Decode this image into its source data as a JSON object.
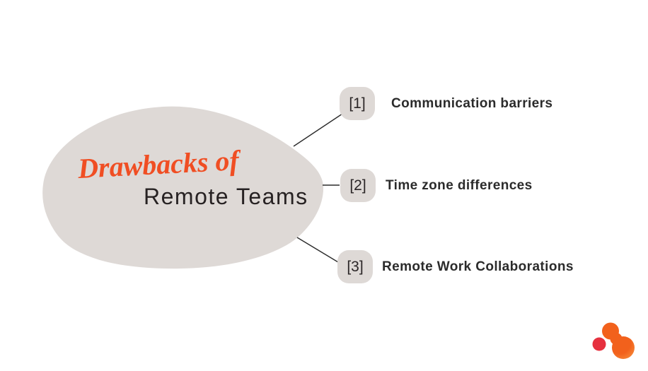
{
  "header": {
    "script_text": "Drawbacks of",
    "title_text": "Remote Teams"
  },
  "items": [
    {
      "index": "[1]",
      "label": "Communication barriers"
    },
    {
      "index": "[2]",
      "label": "Time zone differences"
    },
    {
      "index": "[3]",
      "label": "Remote Work Collaborations"
    }
  ],
  "colors": {
    "background": "#FFFFFF",
    "blob_fill": "#DED9D6",
    "badge_fill": "#DED9D6",
    "accent_orange": "#F04E23",
    "title_text": "#272223",
    "item_text": "#2B2B2B",
    "connector": "#2B2B2B",
    "logo_orange": "#F2611C",
    "logo_red": "#E6313F"
  }
}
